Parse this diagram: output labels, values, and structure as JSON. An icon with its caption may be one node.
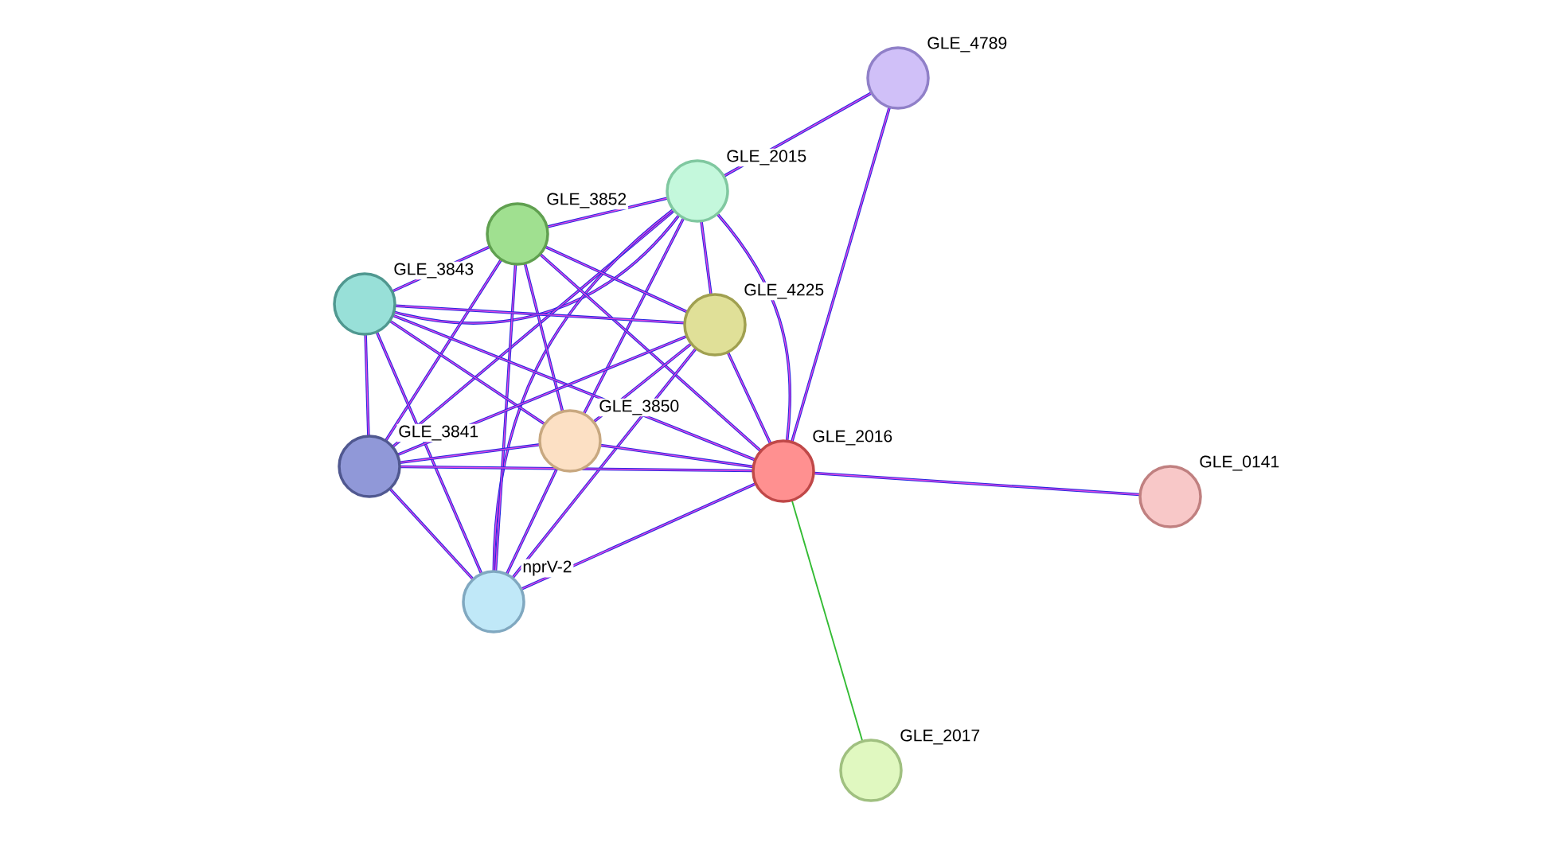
{
  "diagram": {
    "nodes": [
      {
        "text": [
          "GLE_4789"
        ]
      },
      {
        "text": [
          "GLE_2015"
        ]
      },
      {
        "text": [
          "GLE_3852"
        ]
      },
      {
        "text": [
          "GLE_3843"
        ]
      },
      {
        "text": [
          "GLE_4225"
        ]
      },
      {
        "text": [
          "GLE_3850"
        ]
      },
      {
        "text": [
          "GLE_3841"
        ]
      },
      {
        "text": [
          "GLE_2016"
        ]
      },
      {
        "text": [
          "GLE_0141"
        ]
      },
      {
        "text": [
          "nprV-2"
        ]
      },
      {
        "text": [
          "GLE_2017"
        ]
      }
    ],
    "edges": [
      {
        "from": 0,
        "to": 1,
        "arrow": "none"
      },
      {
        "from": 0,
        "to": 7,
        "arrow": "none"
      },
      {
        "from": 1,
        "to": 2,
        "arrow": "none"
      },
      {
        "from": 1,
        "to": 3,
        "arrow": "none"
      },
      {
        "from": 1,
        "to": 4,
        "arrow": "none"
      },
      {
        "from": 1,
        "to": 5,
        "arrow": "none"
      },
      {
        "from": 1,
        "to": 6,
        "arrow": "none"
      },
      {
        "from": 1,
        "to": 7,
        "arrow": "none"
      },
      {
        "from": 1,
        "to": 9,
        "arrow": "none"
      },
      {
        "from": 2,
        "to": 3,
        "arrow": "none"
      },
      {
        "from": 2,
        "to": 4,
        "arrow": "none"
      },
      {
        "from": 2,
        "to": 5,
        "arrow": "none"
      },
      {
        "from": 2,
        "to": 6,
        "arrow": "none"
      },
      {
        "from": 2,
        "to": 7,
        "arrow": "none"
      },
      {
        "from": 2,
        "to": 9,
        "arrow": "none"
      },
      {
        "from": 3,
        "to": 4,
        "arrow": "none"
      },
      {
        "from": 3,
        "to": 5,
        "arrow": "none"
      },
      {
        "from": 3,
        "to": 6,
        "arrow": "none"
      },
      {
        "from": 3,
        "to": 7,
        "arrow": "none"
      },
      {
        "from": 3,
        "to": 9,
        "arrow": "none"
      },
      {
        "from": 4,
        "to": 5,
        "arrow": "none"
      },
      {
        "from": 4,
        "to": 6,
        "arrow": "none"
      },
      {
        "from": 4,
        "to": 7,
        "arrow": "none"
      },
      {
        "from": 4,
        "to": 9,
        "arrow": "none"
      },
      {
        "from": 5,
        "to": 6,
        "arrow": "none"
      },
      {
        "from": 5,
        "to": 7,
        "arrow": "none"
      },
      {
        "from": 5,
        "to": 9,
        "arrow": "none"
      },
      {
        "from": 6,
        "to": 7,
        "arrow": "none"
      },
      {
        "from": 6,
        "to": 9,
        "arrow": "none"
      },
      {
        "from": 7,
        "to": 9,
        "arrow": "none"
      },
      {
        "from": 7,
        "to": 8,
        "arrow": "none"
      },
      {
        "from": 7,
        "to": 10,
        "arrow": "none",
        "color": "#33bb33"
      }
    ]
  }
}
